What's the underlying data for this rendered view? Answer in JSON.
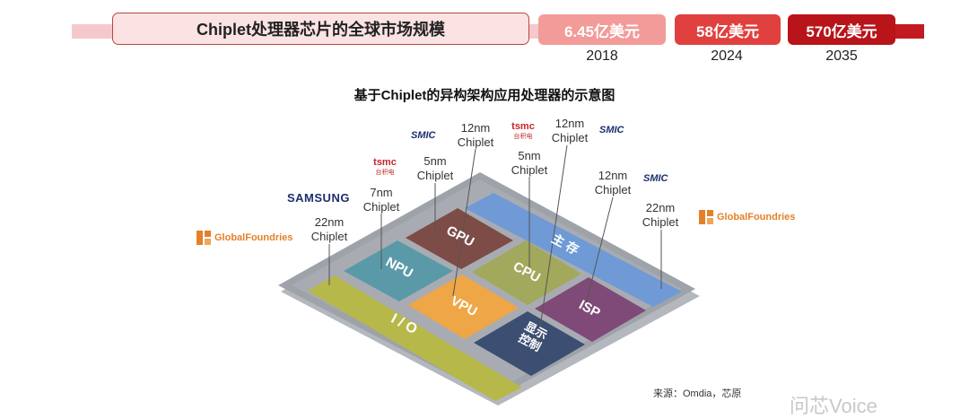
{
  "header": {
    "title": "Chiplet处理器芯片的全球市场规模",
    "markets": [
      {
        "value": "6.45亿美元",
        "year": "2018",
        "color": "#f29b99"
      },
      {
        "value": "58亿美元",
        "year": "2024",
        "color": "#e0403e"
      },
      {
        "value": "570亿美元",
        "year": "2035",
        "color": "#b8141a"
      }
    ]
  },
  "diagram": {
    "title": "基于Chiplet的异构架构应用处理器的示意图",
    "blocks": {
      "io": "I / O",
      "npu": "NPU",
      "gpu": "GPU",
      "vpu": "VPU",
      "cpu": "CPU",
      "isp": "ISP",
      "display_line1": "显示",
      "display_line2": "控制",
      "memory": "主 存"
    },
    "labels": {
      "io_node": "22nm",
      "npu_node": "7nm",
      "gpu_node": "5nm",
      "vpu_node": "12nm",
      "cpu_node": "5nm",
      "display_node": "12nm",
      "isp_node": "12nm",
      "memory_node": "22nm",
      "chiplet": "Chiplet"
    },
    "brands": {
      "samsung": "SAMSUNG",
      "tsmc": "tsmc",
      "tsmc_cn": "台积电",
      "smic": "SMIC",
      "globalfoundries": "GlobalFoundries"
    },
    "colors": {
      "io": "#b6b84a",
      "npu": "#5a9aa8",
      "gpu": "#7d4c46",
      "vpu": "#eea646",
      "cpu": "#a2a85c",
      "isp": "#7f4a78",
      "display": "#3c4e72",
      "memory": "#6f9ad6",
      "board": "#9a9ea6"
    }
  },
  "footer": {
    "source": "来源：Omdia，芯原",
    "watermark": "问芯Voice"
  }
}
